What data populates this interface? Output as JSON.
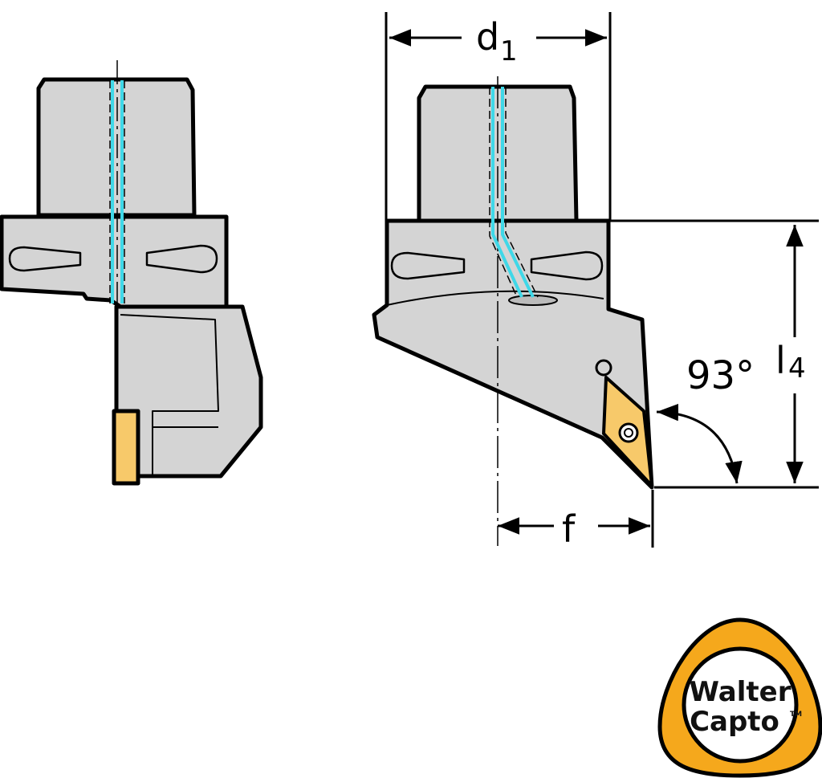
{
  "labels": {
    "d1_main": "d",
    "d1_sub": "1",
    "angle": "93°",
    "l4_main": "l",
    "l4_sub": "4",
    "f": "f"
  },
  "logo": {
    "line1": "Walter",
    "line2": "Capto",
    "tm": "TM"
  },
  "colors": {
    "body": "#d4d4d4",
    "outline": "#000000",
    "coolant": "#3fd8e8",
    "insert": "#f7c96a",
    "logo_ring": "#f5a81c"
  }
}
